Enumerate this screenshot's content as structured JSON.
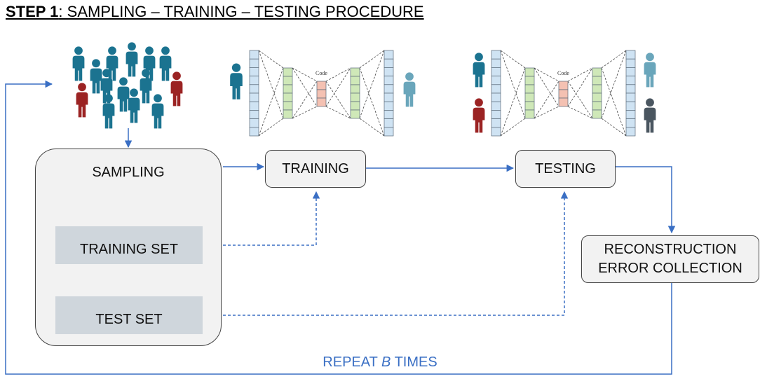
{
  "title": {
    "step": "STEP 1",
    "text": ": SAMPLING – TRAINING – TESTING PROCEDURE"
  },
  "nodes": {
    "sampling": "SAMPLING",
    "training_set": "TRAINING SET",
    "test_set": "TEST SET",
    "training": "TRAINING",
    "testing": "TESTING",
    "reconstruction_line1": "RECONSTRUCTION",
    "reconstruction_line2": "ERROR COLLECTION"
  },
  "autoencoder": {
    "code_label": "Code"
  },
  "loop": {
    "repeat_prefix": "REPEAT ",
    "repeat_var": "B",
    "repeat_suffix": " TIMES"
  },
  "colors": {
    "teal_person": "#1b7390",
    "red_person": "#9b2323",
    "light_teal_person": "#6aa6bb",
    "gray_person": "#4a5660",
    "arrow_blue": "#3a6fc4",
    "input_layer": "#cfe3f3",
    "hidden_layer": "#cfe8b8",
    "code_layer": "#f4c1b2"
  },
  "icons": [
    "person-icon",
    "autoencoder-network"
  ]
}
